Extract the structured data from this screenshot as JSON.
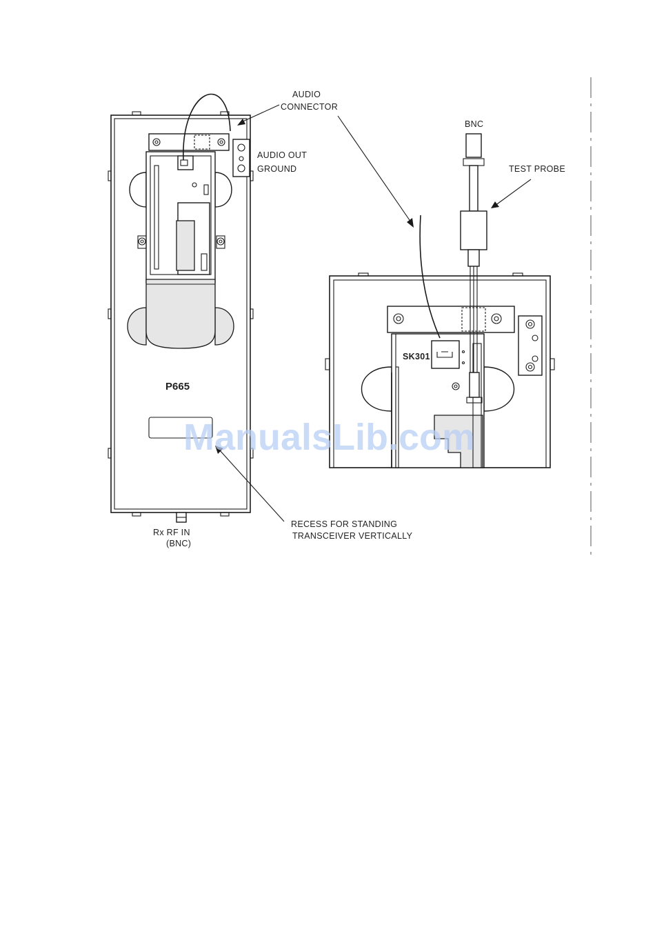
{
  "labels": {
    "audio_connector_1": "AUDIO",
    "audio_connector_2": "CONNECTOR",
    "audio_out": "AUDIO OUT",
    "ground": "GROUND",
    "bnc_top": "BNC",
    "test_probe": "TEST PROBE",
    "model": "P665",
    "sk301": "SK301",
    "recess_1": "RECESS FOR STANDING",
    "recess_2": "TRANSCEIVER VERTICALLY",
    "rx_rf_in_1": "Rx RF IN",
    "rx_rf_in_2": "(BNC)"
  },
  "watermark": "ManualsLib.com",
  "colors": {
    "line": "#1a1a1a",
    "watermark": "#b9cff5",
    "fill": "#e6e6e6"
  }
}
